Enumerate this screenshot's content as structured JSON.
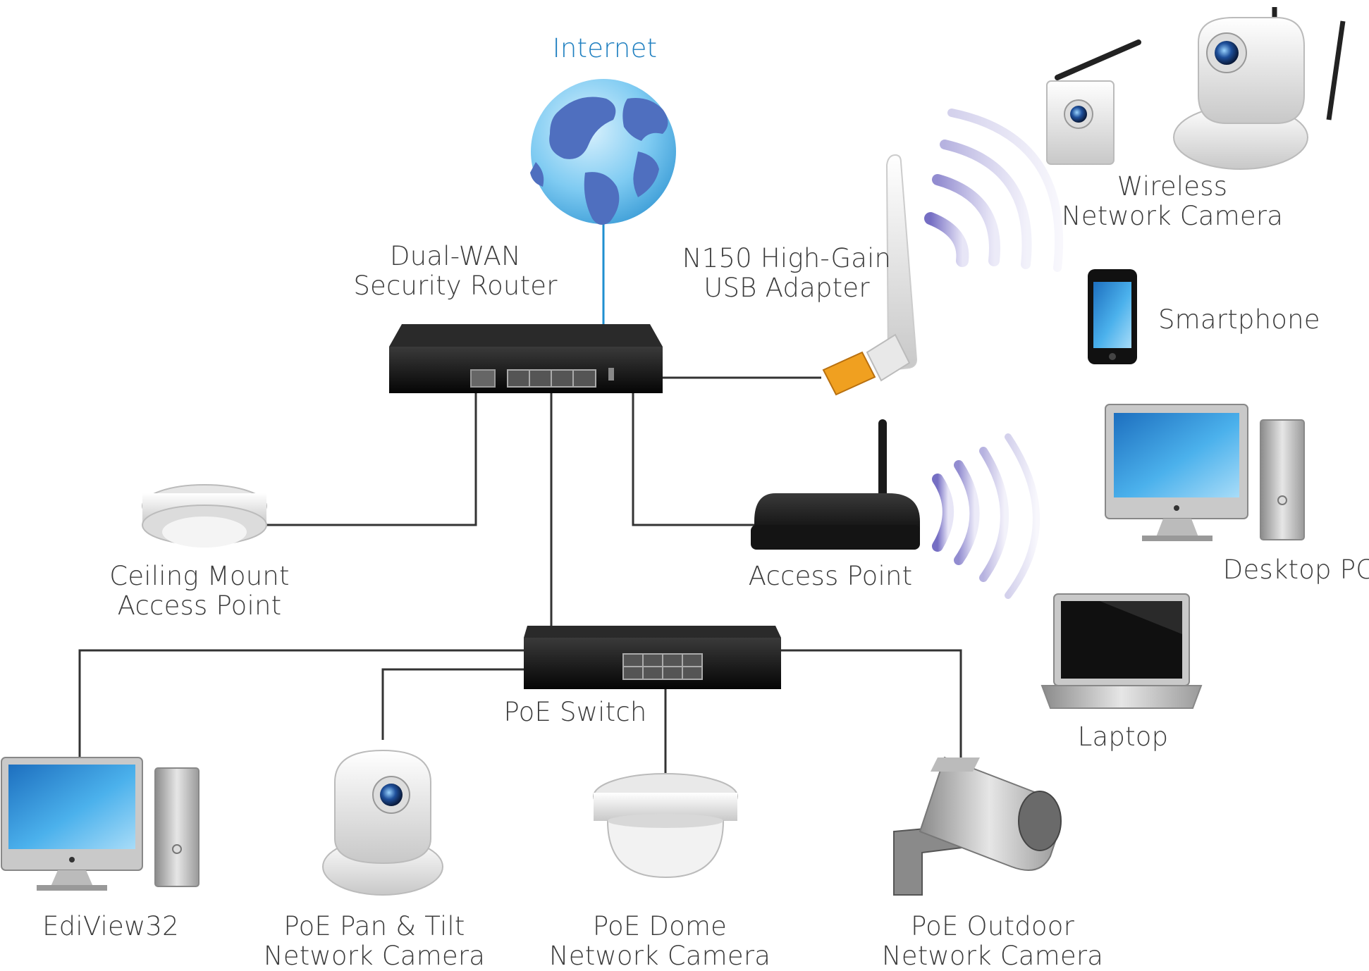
{
  "labels": {
    "internet": "Internet",
    "router": [
      "Dual-WAN",
      "Security Router"
    ],
    "usb_adapter": [
      "N150 High-Gain",
      "USB Adapter"
    ],
    "wireless_camera": [
      "Wireless",
      "Network Camera"
    ],
    "smartphone": "Smartphone",
    "desktop_pc": "Desktop PC",
    "laptop": "Laptop",
    "ceiling_ap": [
      "Ceiling Mount",
      "Access Point"
    ],
    "access_point": "Access Point",
    "poe_switch": "PoE Switch",
    "ediview": "EdiView32",
    "pan_tilt": [
      "PoE Pan & Tilt",
      "Network Camera"
    ],
    "dome": [
      "PoE Dome",
      "Network Camera"
    ],
    "outdoor": [
      "PoE Outdoor",
      "Network Camera"
    ]
  },
  "colors": {
    "internet_link": "#1f8fd0",
    "internet_label": "#1f7fc0",
    "wire": "#333333",
    "wifi_waves": "#8a82c8",
    "screen_blue": "#3aa0e0",
    "globe_ocean": "#6fc3ee",
    "globe_land": "#4f6fbf",
    "device_black": "#141414",
    "usb_orange": "#f0a020"
  },
  "icons": [
    "globe-icon",
    "router-device",
    "usb-adapter-icon",
    "wireless-camera-icon",
    "ptz-camera-icon",
    "smartphone-icon",
    "desktop-pc-icon",
    "laptop-icon",
    "ceiling-ap-icon",
    "access-point-icon",
    "poe-switch-device",
    "dome-camera-icon",
    "outdoor-camera-icon",
    "wifi-waves-icon"
  ]
}
